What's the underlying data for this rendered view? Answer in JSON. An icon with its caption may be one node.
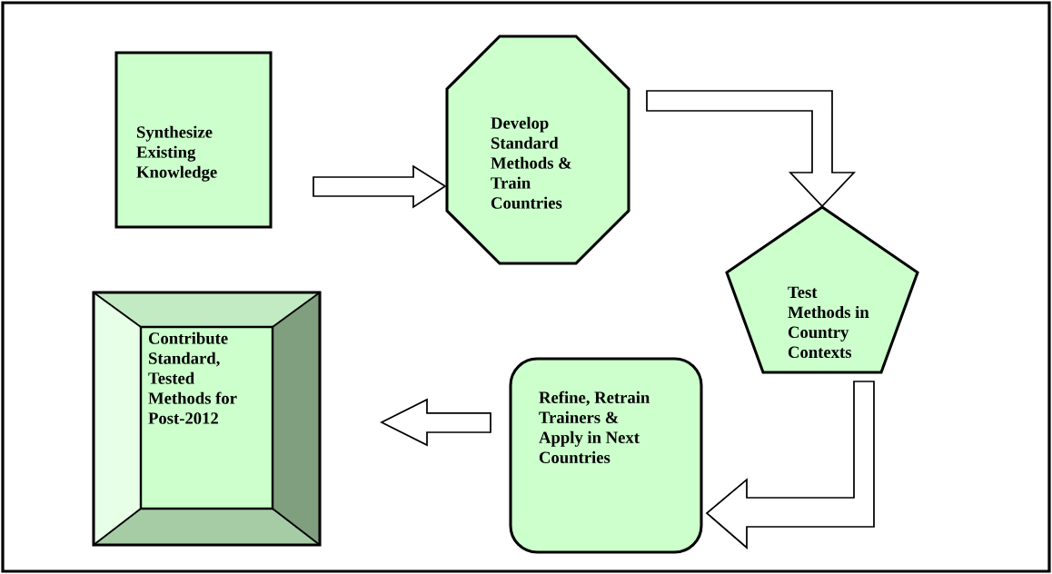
{
  "diagram": {
    "nodes": [
      {
        "text": [
          "Synthesize Existing Knowledge"
        ]
      },
      {
        "text": [
          "Develop Standard Methods & Train Countries"
        ]
      },
      {
        "text": [
          "Test Methods in Country Contexts"
        ]
      },
      {
        "text": [
          "Refine, Retrain Trainers & Apply in Next Countries"
        ]
      },
      {
        "text": [
          "Contribute Standard, Tested Methods for Post-2012"
        ]
      }
    ],
    "edges": [
      {
        "from": 0,
        "to": 1,
        "arrow": "to"
      },
      {
        "from": 1,
        "to": 2,
        "arrow": "to"
      },
      {
        "from": 2,
        "to": 3,
        "arrow": "to"
      },
      {
        "from": 3,
        "to": 4,
        "arrow": "to"
      }
    ]
  }
}
